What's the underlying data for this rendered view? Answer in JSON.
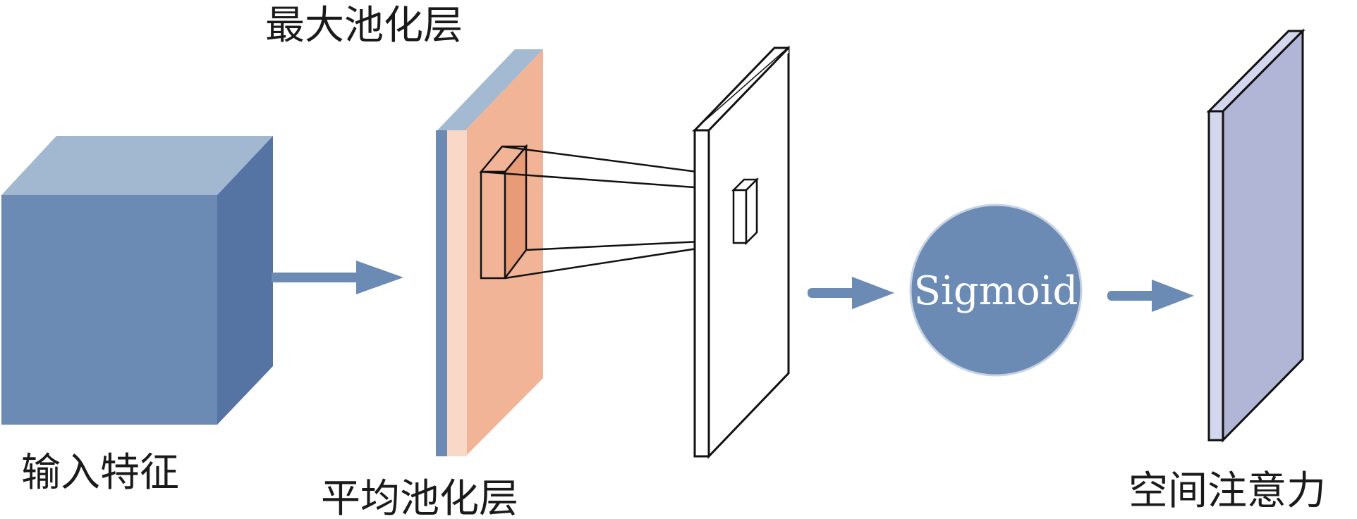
{
  "labels": {
    "input_feature": "输入特征",
    "max_pool": "最大池化层",
    "avg_pool": "平均池化层",
    "spatial_attention": "空间注意力"
  },
  "sigmoid": {
    "text": "Sigmoid"
  },
  "colors": {
    "cube_front": "#6b8bb4",
    "cube_top": "#a2b8d0",
    "cube_side": "#5574a4",
    "pool_blue_edge": "#6b8bb4",
    "pool_light_band": "#f9d8c8",
    "pool_orange": "#f2b497",
    "pool_top_blue": "#a4bad3",
    "kernel_fill": "#e89b77",
    "arrow": "#6b8bb4",
    "sigmoid_circle": "#6b8bb4",
    "attention_front": "#b1b5d6",
    "attention_edge": "#d4d6ee",
    "stroke": "#111111"
  }
}
